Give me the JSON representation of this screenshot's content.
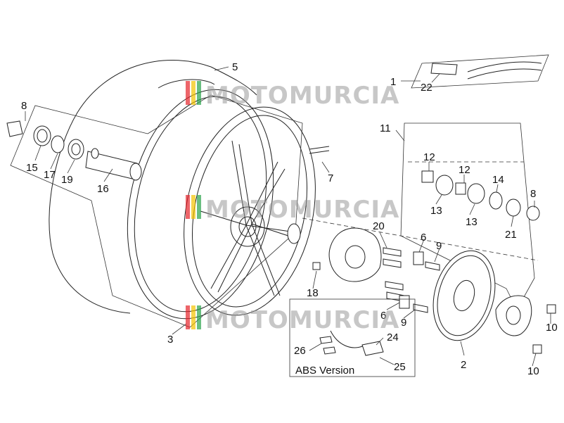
{
  "watermark": {
    "text": "MOTOMURCIA",
    "colors": [
      "#e5232b",
      "#f3c300",
      "#2aa34a"
    ]
  },
  "callouts": {
    "c1": "1",
    "c22": "22",
    "c5": "5",
    "c8a": "8",
    "c15": "15",
    "c17": "17",
    "c19": "19",
    "c16": "16",
    "c7": "7",
    "c11": "11",
    "c12a": "12",
    "c12b": "12",
    "c13a": "13",
    "c13b": "13",
    "c14": "14",
    "c8b": "8",
    "c21": "21",
    "c20": "20",
    "c6a": "6",
    "c9a": "9",
    "c18": "18",
    "c6b": "6",
    "c9b": "9",
    "c24": "24",
    "c26": "26",
    "c25": "25",
    "c3": "3",
    "c2": "2",
    "c10a": "10",
    "c10b": "10"
  },
  "abs_label": "ABS Version"
}
